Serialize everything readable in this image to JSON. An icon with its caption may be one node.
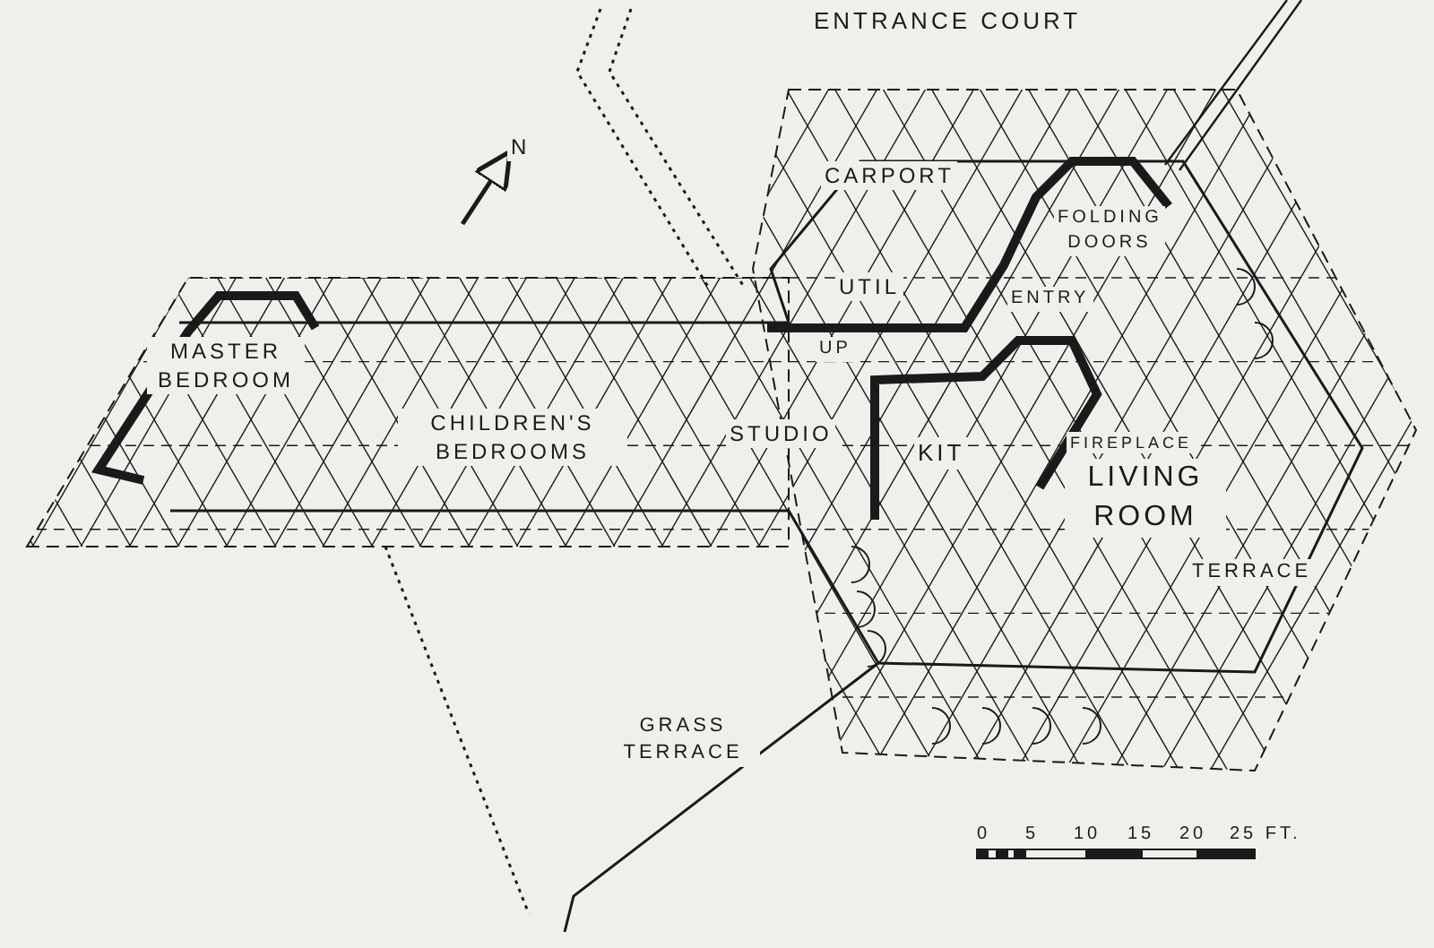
{
  "diagram": {
    "labels": [
      "ENTRANCE COURT",
      "N",
      "CARPORT",
      "FOLDING DOORS",
      "UTIL",
      "ENTRY",
      "UP",
      "MASTER BEDROOM",
      "CHILDREN'S BEDROOMS",
      "STUDIO",
      "KIT",
      "FIREPLACE",
      "LIVING ROOM",
      "TERRACE",
      "GRASS TERRACE",
      "0",
      "5",
      "10",
      "15",
      "20",
      "25 FT."
    ]
  }
}
